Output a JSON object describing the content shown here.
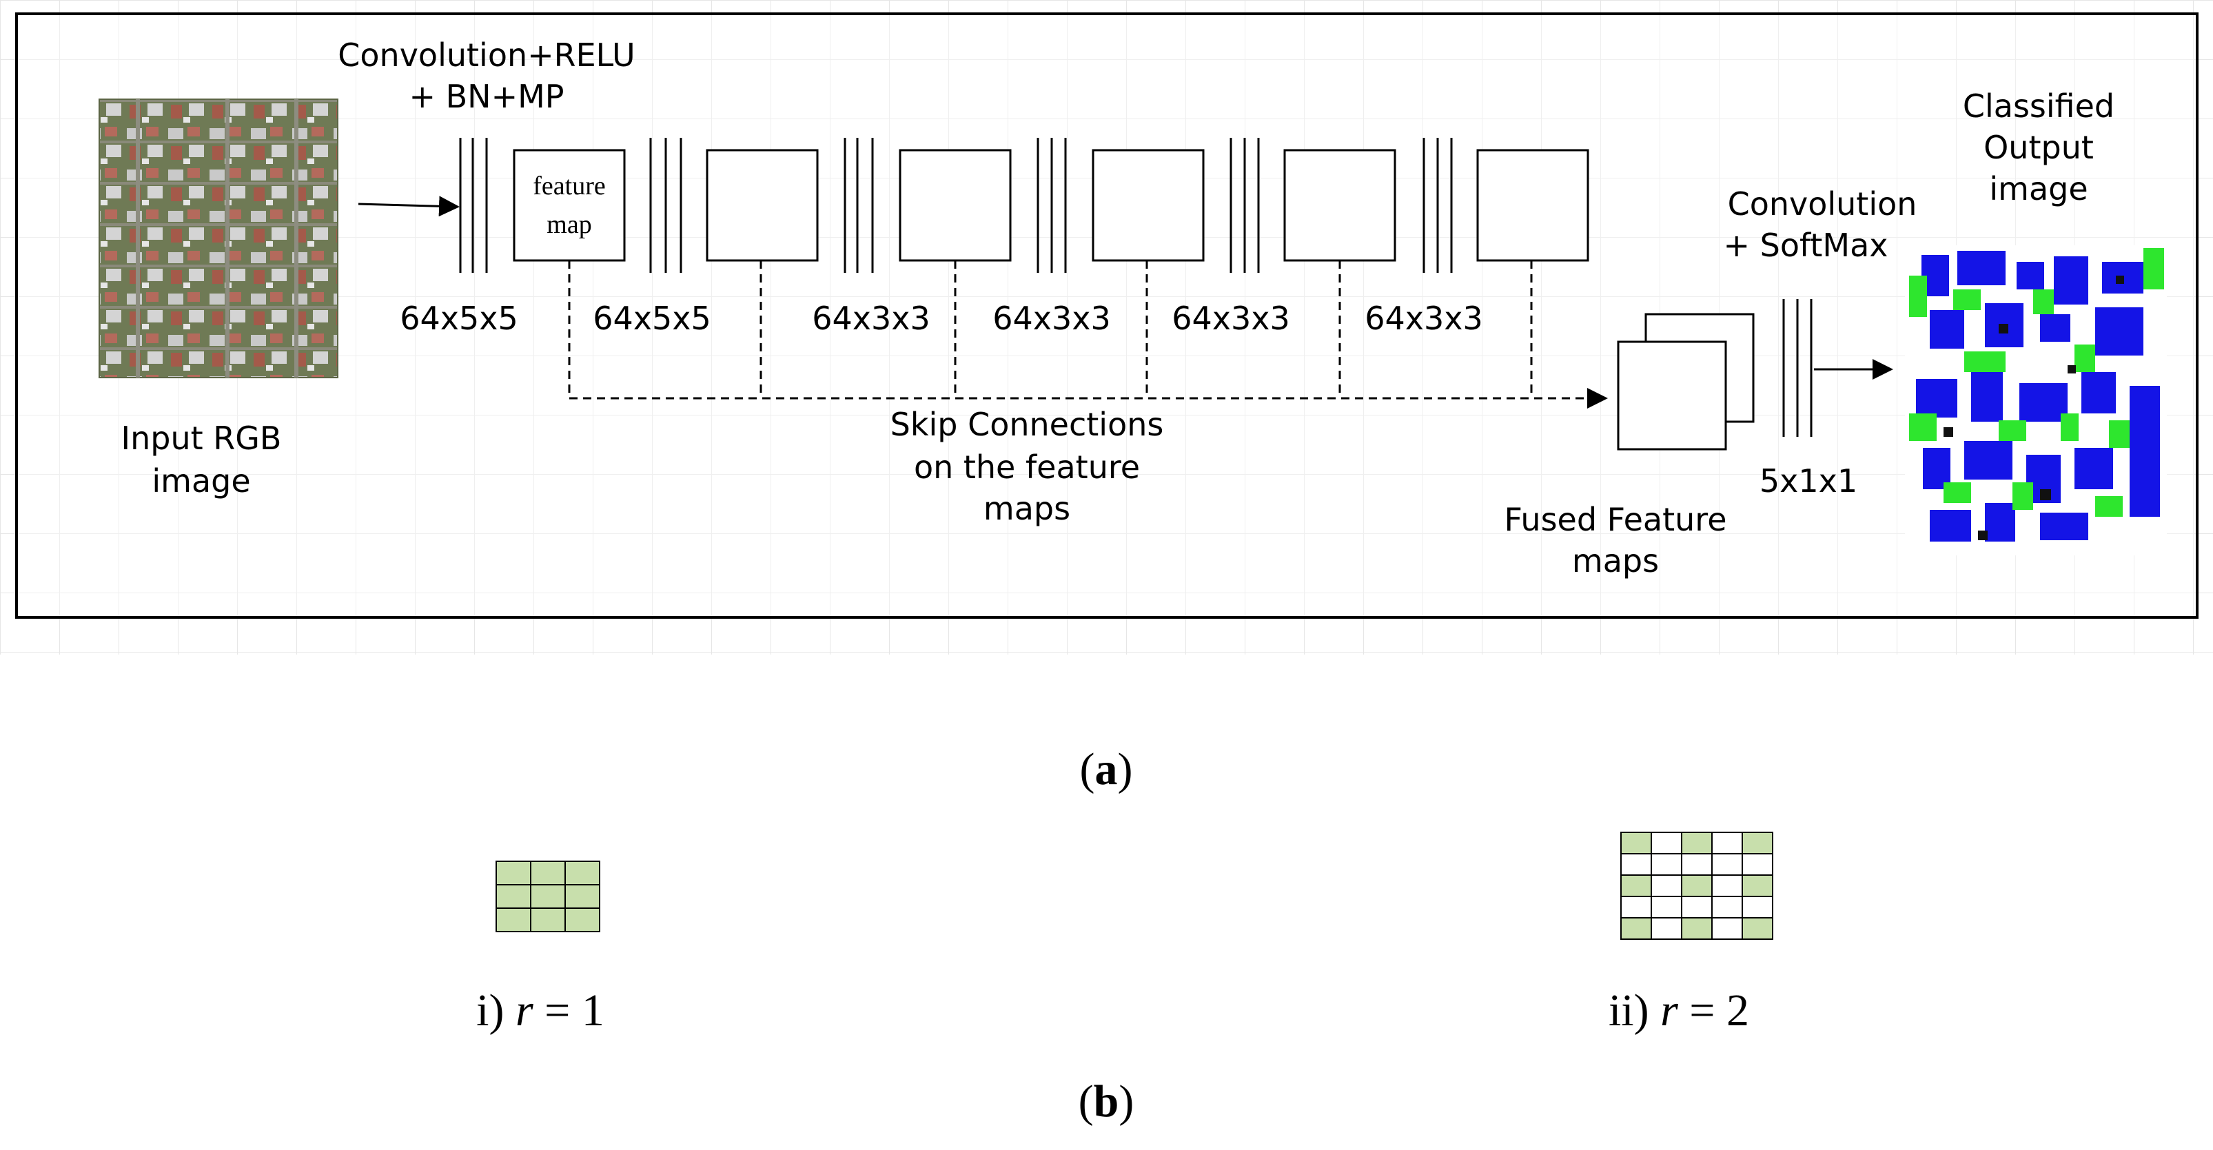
{
  "labels": {
    "conv_relu_line1": "Convolution+RELU",
    "conv_relu_line2": "+ BN+MP",
    "input_line1": "Input RGB",
    "input_line2": "image",
    "feature_map_line1": "feature",
    "feature_map_line2": "map",
    "skip_line1": "Skip Connections",
    "skip_line2": "on the feature",
    "skip_line3": "maps",
    "conv_softmax_line1": "Convolution",
    "conv_softmax_line2": "+ SoftMax",
    "output_size": "5x1x1",
    "fused_line1": "Fused Feature",
    "fused_line2": "maps",
    "classified_line1": "Classified",
    "classified_line2": "Output",
    "classified_line3": "image"
  },
  "layers": [
    "64x5x5",
    "64x5x5",
    "64x3x3",
    "64x3x3",
    "64x3x3",
    "64x3x3"
  ],
  "captions": {
    "a": "a",
    "b": "b",
    "r1_prefix": "i) ",
    "r1_var": "r",
    "r1_suffix": " = 1",
    "r2_prefix": "ii) ",
    "r2_var": "r",
    "r2_suffix": " = 2"
  },
  "colors": {
    "kernel_fill": "#c8dfac",
    "output_blue": "#1010e0",
    "output_green": "#30e030"
  }
}
